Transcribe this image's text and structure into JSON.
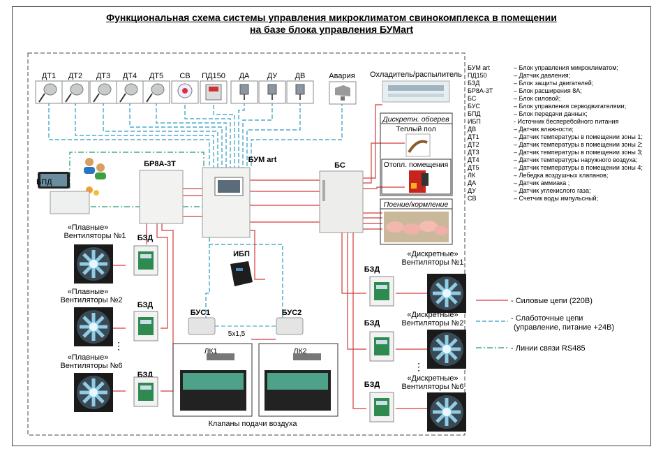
{
  "title": {
    "line1": "Функциональная схема системы управления микроклиматом свинокомплекса в помещении",
    "line2": "на базе блока управления БУМart"
  },
  "sensors": [
    {
      "label": "ДТ1",
      "icon": "temperature-sensor-icon"
    },
    {
      "label": "ДТ2",
      "icon": "temperature-sensor-icon"
    },
    {
      "label": "ДТ3",
      "icon": "temperature-sensor-icon"
    },
    {
      "label": "ДТ4",
      "icon": "temperature-sensor-icon"
    },
    {
      "label": "ДТ5",
      "icon": "temperature-sensor-icon"
    },
    {
      "label": "СВ",
      "icon": "water-meter-icon"
    },
    {
      "label": "ПД150",
      "icon": "pressure-sensor-icon"
    },
    {
      "label": "ДА",
      "icon": "gas-sensor-icon"
    },
    {
      "label": "ДУ",
      "icon": "gas-sensor-icon"
    },
    {
      "label": "ДВ",
      "icon": "gas-sensor-icon"
    }
  ],
  "alarm": "Авария",
  "cooler": "Охладитель/распылитель",
  "bum": "БУМ art",
  "br8a": "БР8А-3Т",
  "bpd": "БПД",
  "bs": "БС",
  "ibp": "ИБП",
  "bus1": "БУС1",
  "bus2": "БУС2",
  "cable": "5х1,5",
  "lk1": "ЛК1",
  "lk2": "ЛК2",
  "valves_caption": "Клапаны подачи воздуха",
  "bzd": "БЗД",
  "heating": {
    "title": "Дискретн. обогрев",
    "floor": "Теплый пол",
    "space": "Отопл. помещения"
  },
  "feeding": "Поение/кормление",
  "smooth_fans": {
    "quote": "«Плавные»",
    "groups": [
      "Вентиляторы №1",
      "Вентиляторы №2",
      "Вентиляторы №6"
    ]
  },
  "discrete_fans": {
    "quote": "«Дискретные»",
    "groups": [
      "Вентиляторы №1",
      "Вентиляторы №2",
      "Вентиляторы №6"
    ]
  },
  "abbreviations": [
    {
      "abbr": "БУМ art",
      "desc": "– Блок управления микроклиматом;"
    },
    {
      "abbr": "ПД150",
      "desc": "– Датчик давления;"
    },
    {
      "abbr": "БЗД",
      "desc": "– Блок защиты двигателей;"
    },
    {
      "abbr": "БР8А-3Т",
      "desc": "– Блок расширения 8А;"
    },
    {
      "abbr": "БС",
      "desc": "– Блок силовой;"
    },
    {
      "abbr": "БУС",
      "desc": "– Блок управления серводвигателями;"
    },
    {
      "abbr": "БПД",
      "desc": "– Блок передачи данных;"
    },
    {
      "abbr": "ИБП",
      "desc": "- Источник бесперебойного питания"
    },
    {
      "abbr": "ДВ",
      "desc": "– Датчик влажности;"
    },
    {
      "abbr": "ДТ1",
      "desc": "– Датчик температуры в помещении зоны 1;"
    },
    {
      "abbr": "ДТ2",
      "desc": "– Датчик температуры в помещении зоны 2;"
    },
    {
      "abbr": "ДТ3",
      "desc": "– Датчик температуры в помещении зоны 3;"
    },
    {
      "abbr": "ДТ4",
      "desc": "– Датчик температуры наружного воздуха;"
    },
    {
      "abbr": "ДТ5",
      "desc": "– Датчик температуры в помещении зоны 4;"
    },
    {
      "abbr": "ЛК",
      "desc": "– Лебедка воздушных клапанов;"
    },
    {
      "abbr": "ДА",
      "desc": "– Датчик аммиака ;"
    },
    {
      "abbr": "ДУ",
      "desc": "– Датчик углекислого газа;"
    },
    {
      "abbr": "СВ",
      "desc": "– Счетчик воды импульсный;"
    }
  ],
  "legend": {
    "power": "- Силовые цепи (220В)",
    "lowcurrent1": "- Слаботочные цепи",
    "lowcurrent2": "(управление, питание +24В)",
    "rs485": "- Линии связи RS485"
  },
  "colors": {
    "power": "#d63a3a",
    "lowcurrent": "#2a9bbf",
    "rs485": "#1e9a6a"
  }
}
